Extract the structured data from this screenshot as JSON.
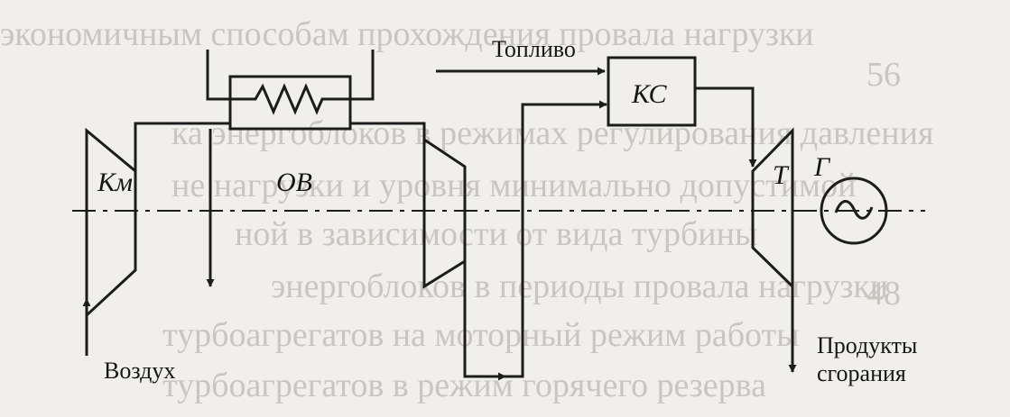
{
  "labels": {
    "fuel": "Топливо",
    "compressor": "Км",
    "air_cooler": "ОВ",
    "combustion_chamber": "КС",
    "turbine": "Т",
    "generator": "Г",
    "air": "Воздух",
    "products_line1": "Продукты",
    "products_line2": "сгорания"
  },
  "background_text": {
    "line1": "экономичным способам прохождения провала нагрузки",
    "line2": "ка энергоблоков в режимах регулирования давления",
    "line3": "не нагрузки и уровня минимально допустимой",
    "line4": "ной в зависимости от вида турбины",
    "line5": "энергоблоков в периоды провала нагрузки",
    "line6": "турбоагрегатов на моторный режим работы",
    "line7": "турбоагрегатов в режим горячего резерва",
    "scale_56": "56",
    "scale_48": "48"
  },
  "colors": {
    "ink": "#1c1c1c",
    "paper": "#f1efec",
    "show_through": "#c9c6c1"
  }
}
